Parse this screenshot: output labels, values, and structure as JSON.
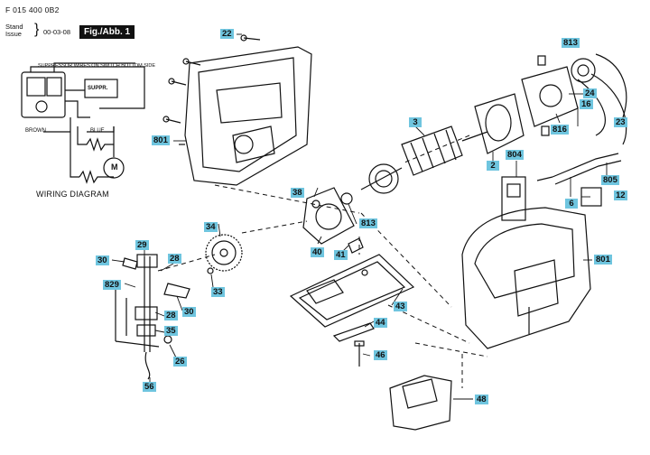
{
  "header": {
    "drawing_code": "F 015 400 0B2",
    "stand_label": "Stand",
    "issue_label": "Issue",
    "date": "00-03-08",
    "figure_label": "Fig./Abb. 1"
  },
  "wiring": {
    "suppressor_note": "SUPPRESSOR WIRES ON SWITCH BOTTOM SIDE",
    "suppr_box": "SUPPR.",
    "brown": "BROWN",
    "blue": "BLUE",
    "motor": "M",
    "title": "WIRING DIAGRAM"
  },
  "callouts": {
    "c22": "22",
    "c813a": "813",
    "c24": "24",
    "c16": "16",
    "c23": "23",
    "c3": "3",
    "c816": "816",
    "c2": "2",
    "c804": "804",
    "c805": "805",
    "c6": "6",
    "c12": "12",
    "c801a": "801",
    "c38": "38",
    "c813b": "813",
    "c34": "34",
    "c40": "40",
    "c41": "41",
    "c801b": "801",
    "c30a": "30",
    "c29": "29",
    "c28a": "28",
    "c829": "829",
    "c33": "33",
    "c30b": "30",
    "c28b": "28",
    "c35": "35",
    "c43": "43",
    "c44": "44",
    "c26": "26",
    "c46": "46",
    "c56": "56",
    "c48": "48"
  },
  "colors": {
    "callout_bg": "#6fc5df",
    "line": "#111111"
  }
}
